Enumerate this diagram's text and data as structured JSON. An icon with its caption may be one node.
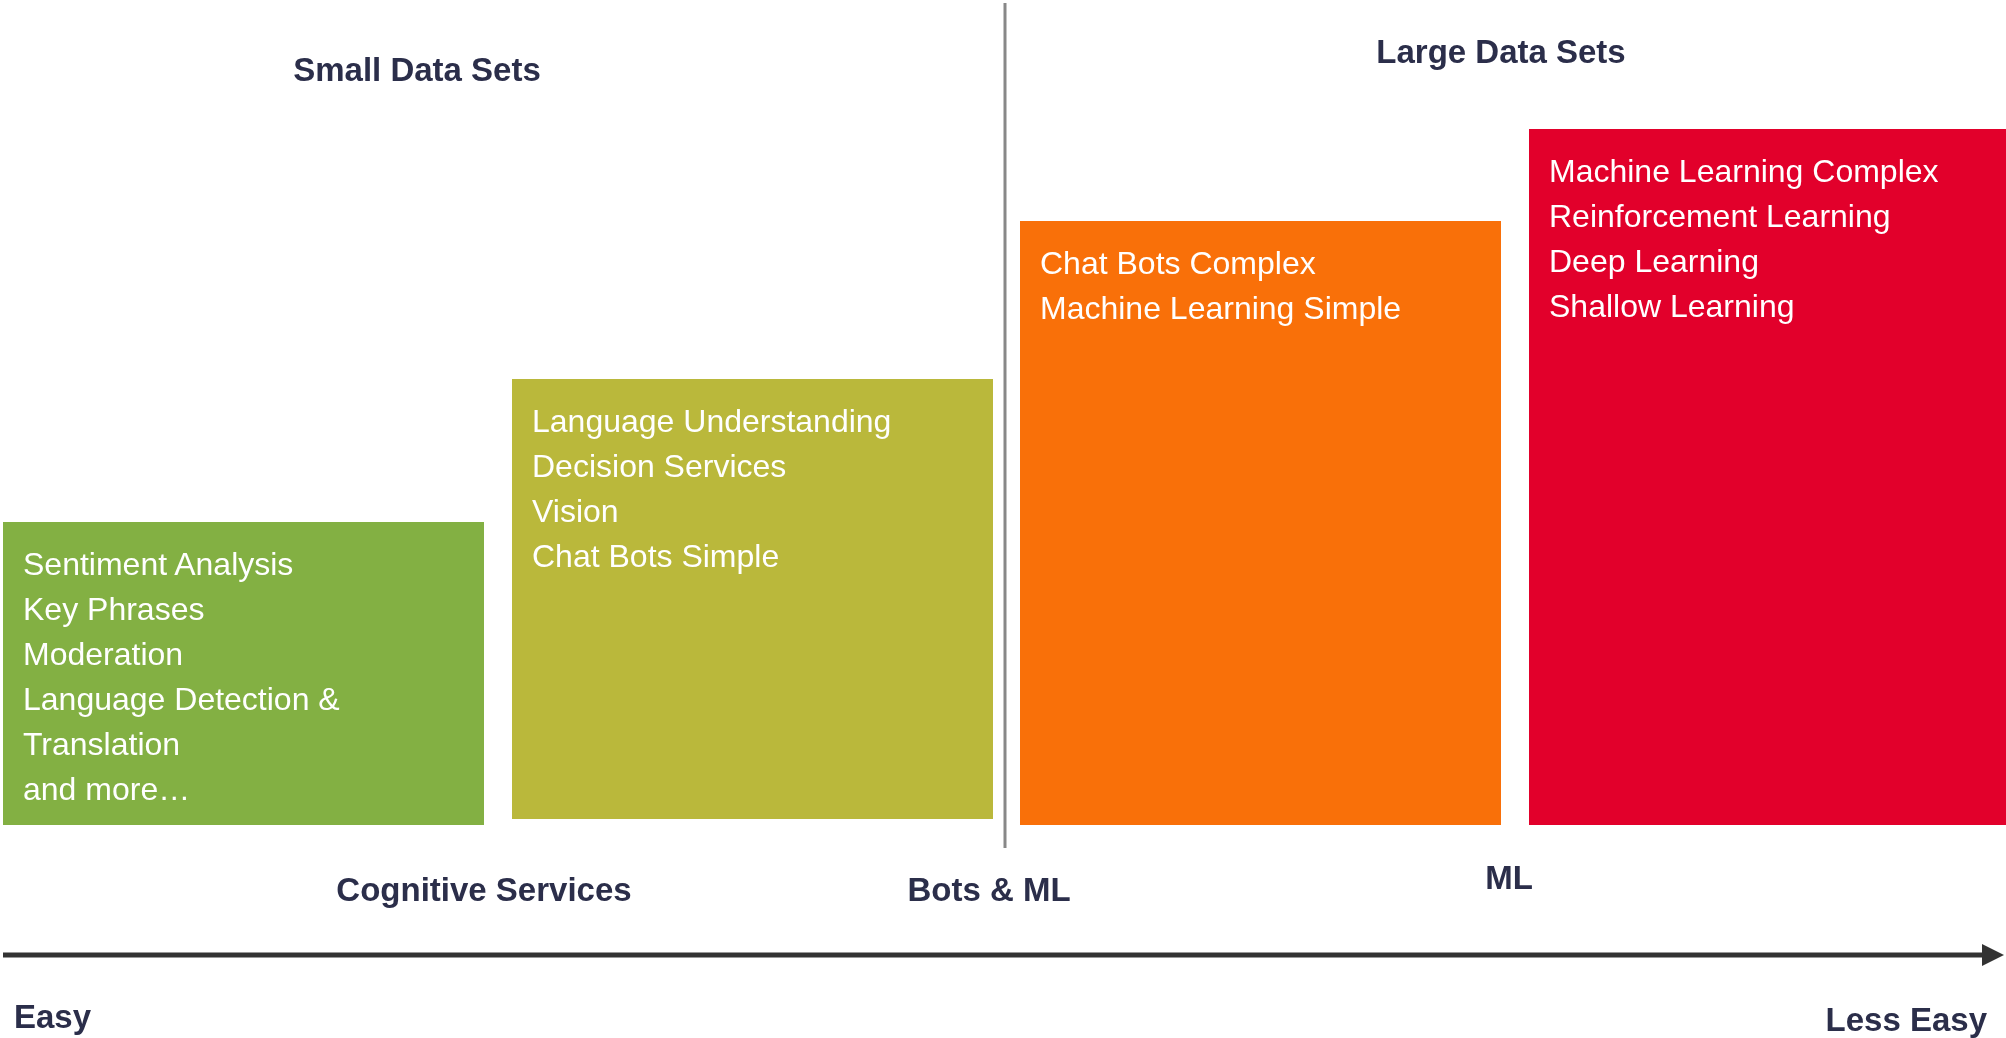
{
  "diagram": {
    "nodes": [
      {
        "text": [
          "Sentiment Analysis",
          "Key Phrases",
          "Moderation",
          "Language Detection & Translation",
          "and more…"
        ]
      },
      {
        "text": [
          "Language Understanding",
          "Decision Services",
          "Vision",
          "Chat Bots Simple"
        ]
      },
      {
        "text": [
          "Chat Bots Complex",
          "Machine Learning Simple"
        ]
      },
      {
        "text": [
          "Machine Learning Complex",
          "Reinforcement Learning",
          "Deep Learning",
          "Shallow Learning"
        ]
      }
    ],
    "edges": [],
    "labels": [
      "Small Data Sets",
      "Large Data Sets",
      "Cognitive Services",
      "Bots & ML",
      "ML",
      "Easy",
      "Less Easy"
    ]
  }
}
